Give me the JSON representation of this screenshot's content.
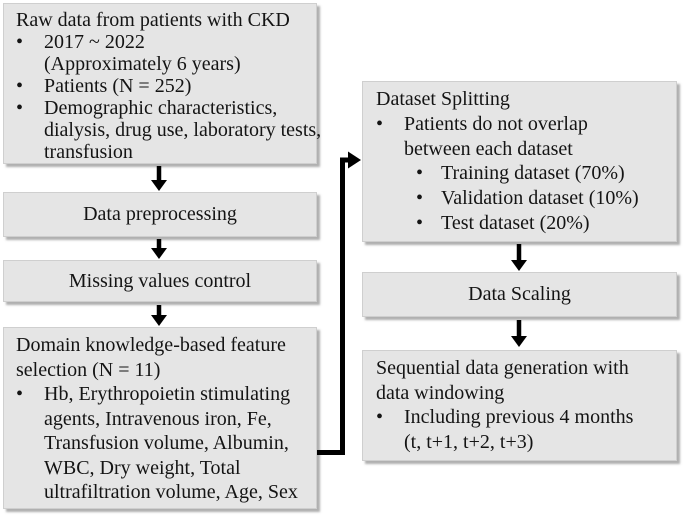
{
  "diagram": {
    "colors": {
      "box_fill": "#e5e5e5",
      "box_border": "#cfcfcf",
      "arrow": "#000000",
      "text": "#141414",
      "background": "#ffffff"
    },
    "boxes": {
      "raw_data": {
        "lines": [
          {
            "b": "",
            "t": "Raw data from patients with CKD"
          },
          {
            "b": "•",
            "t": "2017 ~ 2022"
          },
          {
            "b": "",
            "t": "(Approximately 6 years)"
          },
          {
            "b": "•",
            "t": "Patients (N = 252)"
          },
          {
            "b": "•",
            "t": "Demographic characteristics,"
          },
          {
            "b": "",
            "t": "dialysis, drug use, laboratory tests,"
          },
          {
            "b": "",
            "t": "transfusion"
          }
        ]
      },
      "data_preprocessing": {
        "label": "Data preprocessing"
      },
      "missing_values": {
        "label": "Missing values control"
      },
      "feature_selection": {
        "lines": [
          {
            "b": "",
            "t": "Domain knowledge-based feature"
          },
          {
            "b": "",
            "t": "selection (N = 11)"
          },
          {
            "b": "•",
            "t": "Hb, Erythropoietin stimulating"
          },
          {
            "b": "",
            "t": "agents, Intravenous iron, Fe,"
          },
          {
            "b": "",
            "t": "Transfusion volume, Albumin,"
          },
          {
            "b": "",
            "t": "WBC, Dry weight, Total"
          },
          {
            "b": "",
            "t": "ultrafiltration volume, Age, Sex"
          }
        ]
      },
      "dataset_splitting": {
        "lines": [
          {
            "b": "",
            "t": "Dataset Splitting"
          },
          {
            "b": "•",
            "t": "Patients do not overlap"
          },
          {
            "b": "",
            "t": "between each dataset"
          },
          {
            "b": "•",
            "t": "Training dataset (70%)"
          },
          {
            "b": "•",
            "t": "Validation dataset (10%)"
          },
          {
            "b": "•",
            "t": "Test dataset (20%)"
          }
        ]
      },
      "data_scaling": {
        "label": "Data Scaling"
      },
      "sequential_generation": {
        "lines": [
          {
            "b": "",
            "t": "Sequential data generation with"
          },
          {
            "b": "",
            "t": "data windowing"
          },
          {
            "b": "•",
            "t": "Including previous 4 months"
          },
          {
            "b": "",
            "t": "(t, t+1, t+2, t+3)"
          }
        ]
      }
    }
  }
}
